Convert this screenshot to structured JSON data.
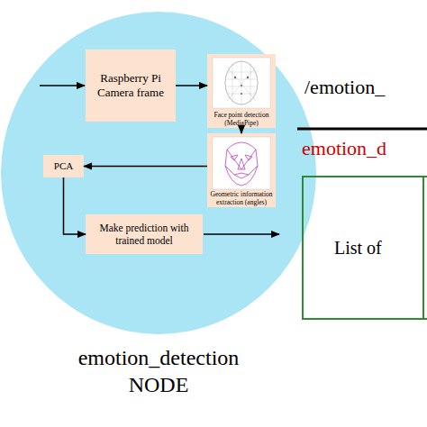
{
  "diagram": {
    "nodes": [
      {
        "text": [
          "emotion_detection NODE"
        ]
      },
      {
        "text": [
          "Raspberry Pi Camera frame"
        ],
        "in": 0
      },
      {
        "text": [
          "Face point detection (MediaPipe)"
        ],
        "in": 0
      },
      {
        "text": [
          "Geometric information extraction (angles)"
        ],
        "in": 0
      },
      {
        "text": [
          "PCA"
        ],
        "in": 0
      },
      {
        "text": [
          "Make prediction with trained model"
        ],
        "in": 0
      },
      {
        "text": [
          "List of"
        ]
      }
    ],
    "edges": [
      {
        "from": 1,
        "to": 2,
        "arrow": "to"
      },
      {
        "from": 2,
        "to": 3,
        "arrow": "to"
      },
      {
        "from": 3,
        "to": 4,
        "arrow": "to"
      },
      {
        "from": 4,
        "to": 5,
        "arrow": "to"
      }
    ],
    "labels": [
      "/emotion_",
      "emotion_d"
    ]
  }
}
